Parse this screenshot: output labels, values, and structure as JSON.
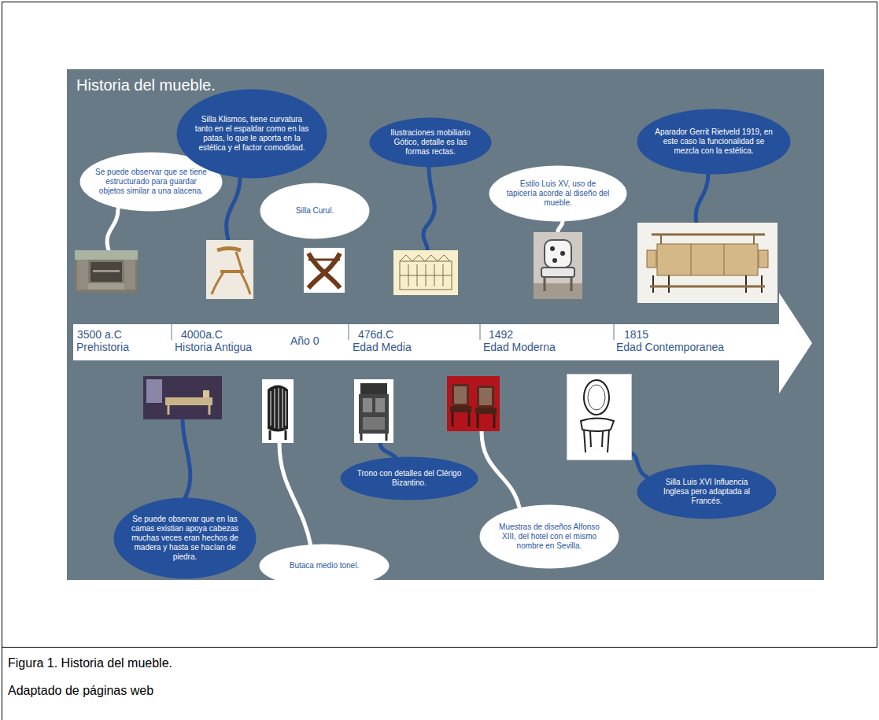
{
  "diagram": {
    "title": "Historia del mueble.",
    "caption": "Figura 1. Historia del mueble.",
    "nodes": [
      {
        "text": [
          "Se puede observar que se tiene estructurado para guardar objetos similar a una alacena."
        ]
      },
      {
        "text": [
          "Silla Klismos, tiene curvatura tanto en el espaldar como en las patas, lo que le aporta en la estética y el factor comodidad."
        ]
      },
      {
        "text": [
          "Silla Curul."
        ]
      },
      {
        "text": [
          "Ilustraciones mobiliario Gótico, detalle es las formas rectas."
        ]
      },
      {
        "text": [
          "Estilo Luis XV, uso de tapicería acorde al diseño del mueble."
        ]
      },
      {
        "text": [
          "Aparador Gerrit Rietveld 1919, en este caso la funcionalidad se mezcla con la estética."
        ]
      },
      {
        "text": [
          "3500 a.C",
          "Prehistoria",
          "4000a.C",
          "Historia Antigua",
          "Año 0",
          "476d.C",
          "Edad Media",
          "1492",
          "Edad Moderna",
          "1815",
          "Edad Contemporanea"
        ]
      },
      {
        "text": [
          "Se puede observar que en las camas existian apoya cabezas muchas veces eran hechos de madera y hasta se hacían de piedra."
        ]
      },
      {
        "text": [
          "Butaca medio tonel."
        ]
      },
      {
        "text": [
          "Trono con detalles del Clérigo Bizantino."
        ]
      },
      {
        "text": [
          "Muestras de diseños Alfonso XIII, del hotel con el mismo nombre en Sevilla."
        ]
      },
      {
        "text": [
          "Silla Luis XVI Influencia Inglesa pero adaptada al Francés."
        ]
      }
    ],
    "labels": [
      "Adaptado de páginas web"
    ]
  }
}
